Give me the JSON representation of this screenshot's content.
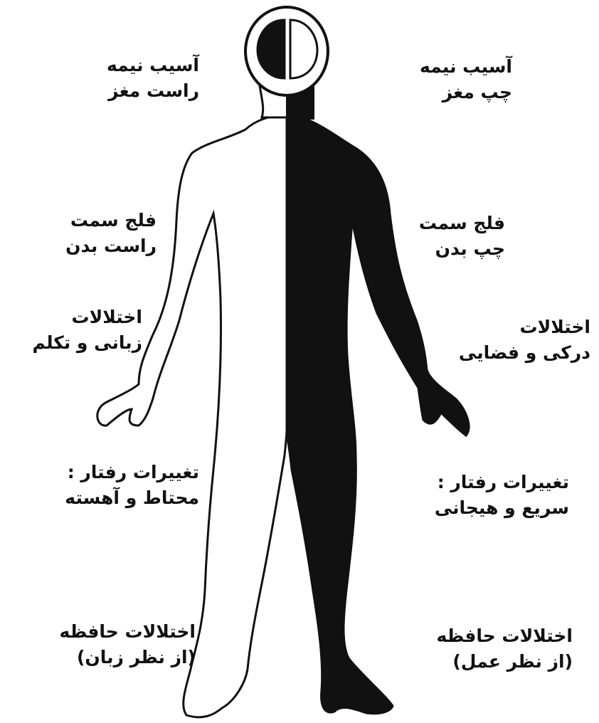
{
  "labels": {
    "right_hemisphere": {
      "line1": "آسیب نیمه",
      "line2": "راست مغز"
    },
    "left_hemisphere": {
      "line1": "آسیب نیمه",
      "line2": "چپ مغز"
    },
    "right_paralysis": {
      "line1": "فلج سمت",
      "line2": "راست بدن"
    },
    "left_paralysis": {
      "line1": "فلج سمت",
      "line2": "چپ بدن"
    },
    "right_language": {
      "line1": "اختلالات",
      "line2": "زبانی و تکلم"
    },
    "left_perception": {
      "line1": "اختلالات",
      "line2": "درکی و فضایی"
    },
    "right_behavior": {
      "line1": "تغییرات رفتار :",
      "line2": "محتاط و آهسته"
    },
    "left_behavior": {
      "line1": "تغییرات رفتار :",
      "line2": "سریع و هیجانی"
    },
    "right_memory": {
      "line1": "اختلالات حافظه",
      "line2": "(از نظر زبان)"
    },
    "left_memory": {
      "line1": "اختلالات حافظه",
      "line2": "(از نظر عمل)"
    }
  },
  "colors": {
    "affected": "#111111",
    "unaffected": "#ffffff",
    "outline": "#111111"
  }
}
